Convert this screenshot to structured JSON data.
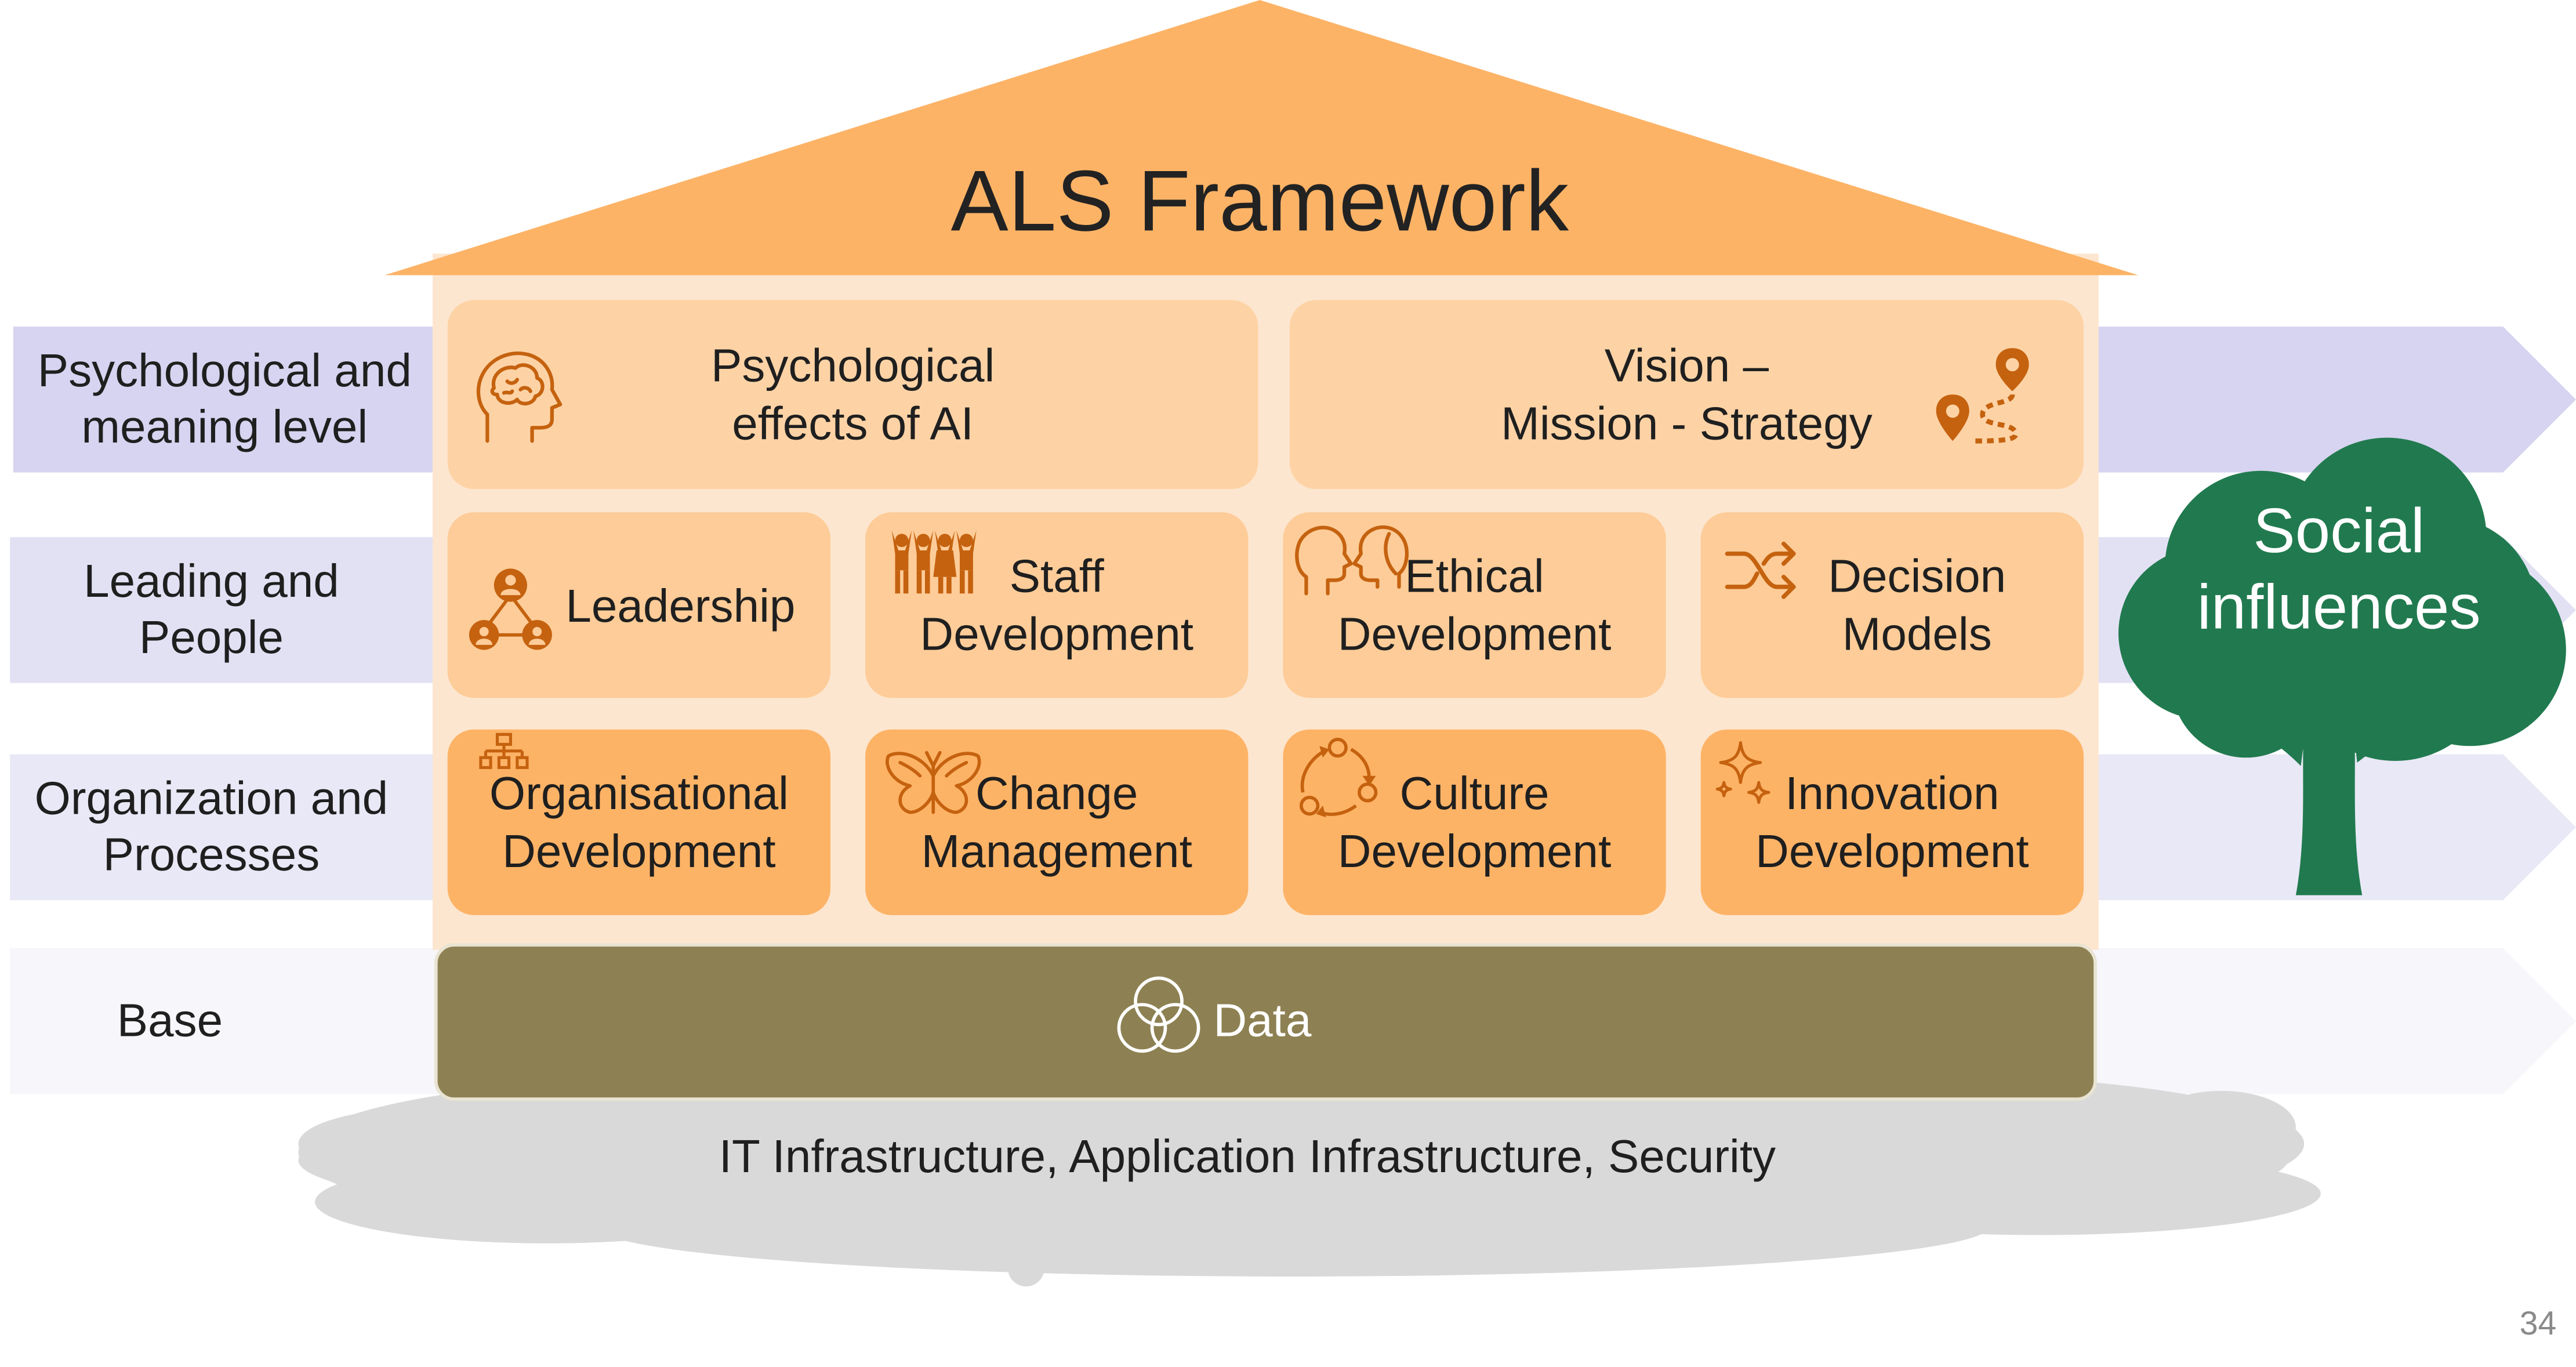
{
  "title": "ALS Framework",
  "levels": [
    {
      "label": "Psychological and\nmeaning level",
      "color": "#d6d4f0"
    },
    {
      "label": "Leading and\nPeople",
      "color": "#e2e1f4"
    },
    {
      "label": "Organization and\nProcesses",
      "color": "#e9e8f6"
    },
    {
      "label": "Base",
      "color": "#f6f6fb"
    }
  ],
  "row1": [
    {
      "label": "Psychological\neffects of AI",
      "icon": "brain-head-icon"
    },
    {
      "label": "Vision –\nMission - Strategy",
      "icon": "route-map-icon"
    }
  ],
  "row2": [
    {
      "label": "Leadership",
      "icon": "team-network-icon"
    },
    {
      "label": "Staff\nDevelopment",
      "icon": "cheering-people-icon"
    },
    {
      "label": "Ethical\nDevelopment",
      "icon": "two-faces-icon"
    },
    {
      "label": "Decision\nModels",
      "icon": "shuffle-arrows-icon"
    }
  ],
  "row3": [
    {
      "label": "Organisational\nDevelopment",
      "icon": "org-chart-icon"
    },
    {
      "label": "Change\nManagement",
      "icon": "butterfly-icon"
    },
    {
      "label": "Culture\nDevelopment",
      "icon": "cycle-nodes-icon"
    },
    {
      "label": "Innovation\nDevelopment",
      "icon": "sparkles-icon"
    }
  ],
  "base": {
    "label": "Data",
    "icon": "venn-circles-icon"
  },
  "foundation": "IT Infrastructure, Application Infrastructure, Security",
  "social": {
    "label": "Social\ninfluences",
    "color": "#217a4f"
  },
  "page_number": "34",
  "colors": {
    "roof": "#fdb366",
    "house_body": "#fde6cf",
    "box_light": "#fdd3a6",
    "box_dark": "#fdb366",
    "icon": "#c5620f",
    "data_bar": "#8d8153",
    "cloud": "#d9d9d9"
  }
}
